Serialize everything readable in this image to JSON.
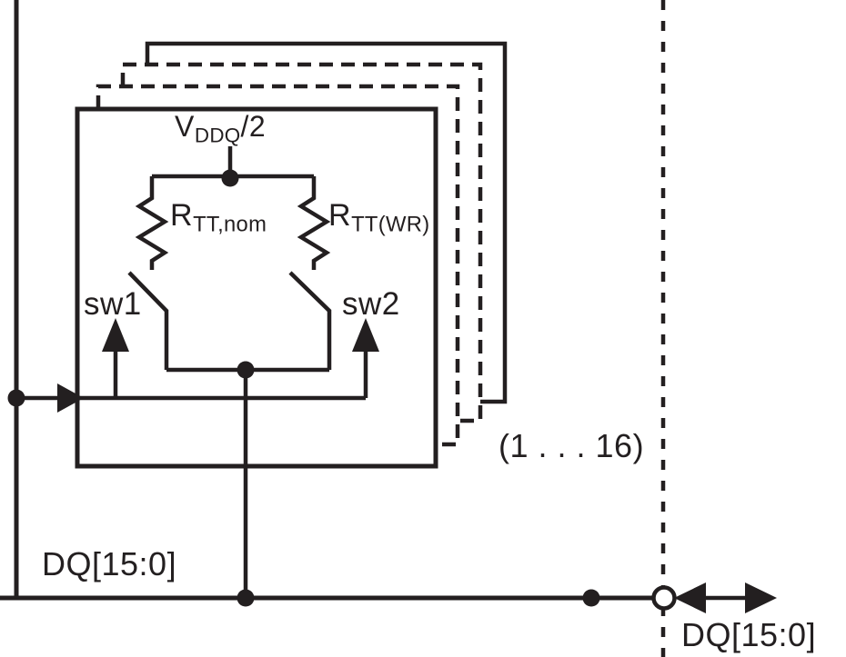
{
  "diagram": {
    "description": "On-die termination (ODT) circuit schematic for DQ[15:0] pins",
    "ink_color": "#231f20",
    "background_color": "#ffffff",
    "labels": {
      "supply": {
        "base": "V",
        "sub": "DDQ",
        "suffix": "/2"
      },
      "resistor_nominal": {
        "base": "R",
        "sub": "TT,nom"
      },
      "resistor_write": {
        "base": "R",
        "sub": "TT(WR)"
      },
      "switch1": "sw1",
      "switch2": "sw2",
      "instance_count": "(1 . . . 16)",
      "bus_left": "DQ[15:0]",
      "bus_right": "DQ[15:0]"
    }
  }
}
